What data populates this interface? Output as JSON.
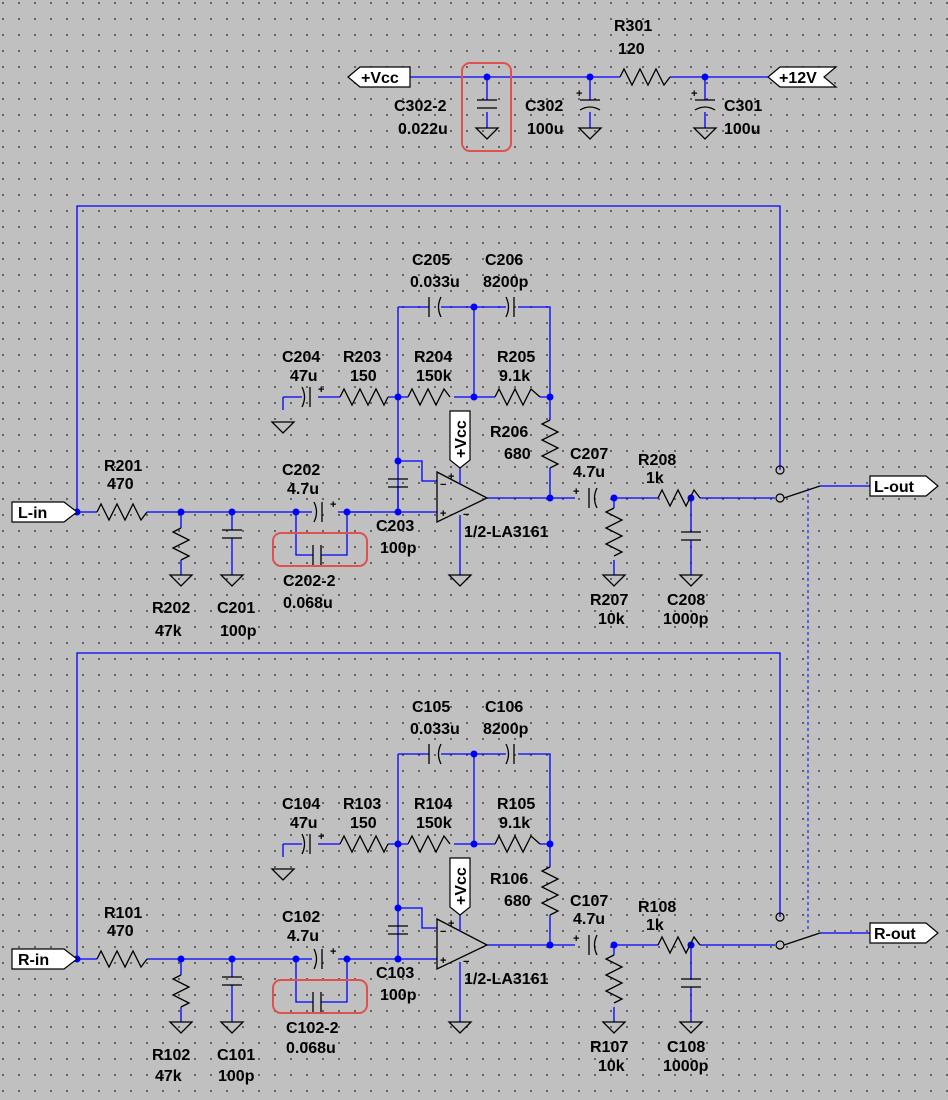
{
  "ports": {
    "vcc_top": "+Vcc",
    "v12": "+12V",
    "l_in": "L-in",
    "l_out": "L-out",
    "r_in": "R-in",
    "r_out": "R-out",
    "vcc_l": "+Vcc",
    "vcc_r": "+Vcc"
  },
  "supply": {
    "r301": {
      "name": "R301",
      "value": "120"
    },
    "c302_2": {
      "name": "C302-2",
      "value": "0.022u"
    },
    "c302": {
      "name": "C302",
      "value": "100u"
    },
    "c301": {
      "name": "C301",
      "value": "100u"
    }
  },
  "left": {
    "r201": {
      "name": "R201",
      "value": "470"
    },
    "r202": {
      "name": "R202",
      "value": "47k"
    },
    "c201": {
      "name": "C201",
      "value": "100p"
    },
    "c202": {
      "name": "C202",
      "value": "4.7u"
    },
    "c202_2": {
      "name": "C202-2",
      "value": "0.068u"
    },
    "c203": {
      "name": "C203",
      "value": "100p"
    },
    "c204": {
      "name": "C204",
      "value": "47u"
    },
    "r203": {
      "name": "R203",
      "value": "150"
    },
    "r204": {
      "name": "R204",
      "value": "150k"
    },
    "r205": {
      "name": "R205",
      "value": "9.1k"
    },
    "c205": {
      "name": "C205",
      "value": "0.033u"
    },
    "c206": {
      "name": "C206",
      "value": "8200p"
    },
    "r206": {
      "name": "R206",
      "value": "680"
    },
    "c207": {
      "name": "C207",
      "value": "4.7u"
    },
    "r207": {
      "name": "R207",
      "value": "10k"
    },
    "r208": {
      "name": "R208",
      "value": "1k"
    },
    "c208": {
      "name": "C208",
      "value": "1000p"
    },
    "opamp": "1/2-LA3161"
  },
  "right": {
    "r101": {
      "name": "R101",
      "value": "470"
    },
    "r102": {
      "name": "R102",
      "value": "47k"
    },
    "c101": {
      "name": "C101",
      "value": "100p"
    },
    "c102": {
      "name": "C102",
      "value": "4.7u"
    },
    "c102_2": {
      "name": "C102-2",
      "value": "0.068u"
    },
    "c103": {
      "name": "C103",
      "value": "100p"
    },
    "c104": {
      "name": "C104",
      "value": "47u"
    },
    "r103": {
      "name": "R103",
      "value": "150"
    },
    "r104": {
      "name": "R104",
      "value": "150k"
    },
    "r105": {
      "name": "R105",
      "value": "9.1k"
    },
    "c105": {
      "name": "C105",
      "value": "0.033u"
    },
    "c106": {
      "name": "C106",
      "value": "8200p"
    },
    "r106": {
      "name": "R106",
      "value": "680"
    },
    "c107": {
      "name": "C107",
      "value": "4.7u"
    },
    "r107": {
      "name": "R107",
      "value": "10k"
    },
    "r108": {
      "name": "R108",
      "value": "1k"
    },
    "c108": {
      "name": "C108",
      "value": "1000p"
    },
    "opamp": "1/2-LA3161"
  },
  "symbols": {
    "plus": "+",
    "minus": "−"
  }
}
